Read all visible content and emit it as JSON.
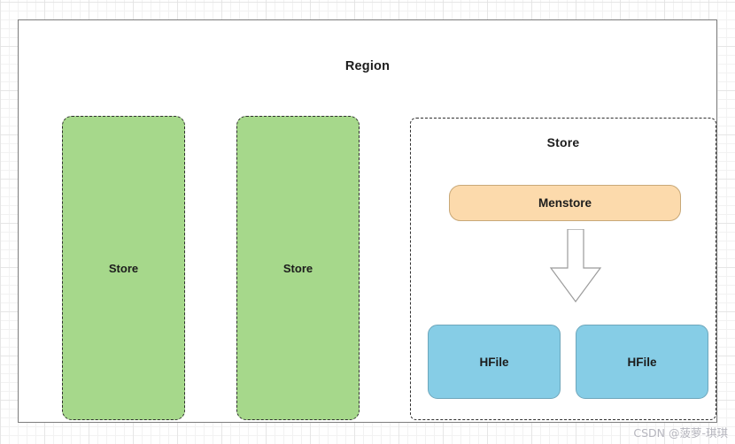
{
  "diagram": {
    "region": {
      "title": "Region",
      "store_columns": [
        {
          "label": "Store"
        },
        {
          "label": "Store"
        }
      ],
      "store_detail": {
        "title": "Store",
        "memstore": {
          "label": "Menstore"
        },
        "arrow": {
          "name": "flush-arrow",
          "direction": "down"
        },
        "hfiles": [
          {
            "label": "HFile"
          },
          {
            "label": "HFile"
          }
        ]
      }
    }
  },
  "watermark": {
    "text": "CSDN @菠萝-琪琪"
  },
  "colors": {
    "store_fill": "#a6d88b",
    "memstore_fill": "#fcdaac",
    "hfile_fill": "#86cde6",
    "frame_border": "#7d7d7d",
    "dashed_border": "#2f2f2f",
    "text": "#1c1c1c",
    "watermark": "#b6b6be",
    "grid_minor": "#f2f2f2",
    "grid_major": "#e2e2e2"
  }
}
